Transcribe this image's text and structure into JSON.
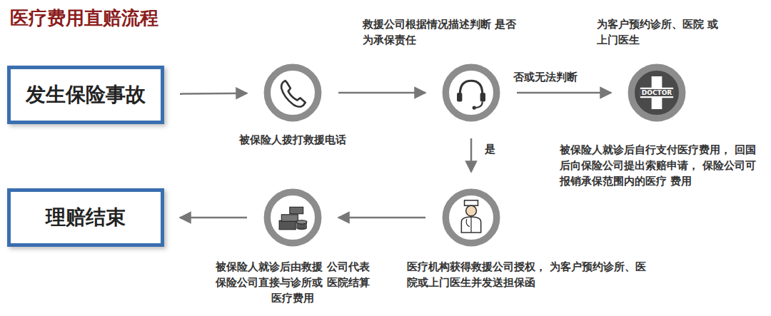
{
  "diagram": {
    "title": "医疗费用直赔流程",
    "nodes": [
      {
        "text": [
          "发生保险事故"
        ]
      },
      {
        "text": [
          "被保险人拨打救援电话"
        ]
      },
      {
        "text": [
          "救援公司根据情况描述判断 是否为承保责任"
        ]
      },
      {
        "text": [
          "为客户预约诊所、医院 或上门医生",
          "被保险人就诊后自行支付医疗费用， 回国后向保险公司提出索赔申请， 保险公司可报销承保范围内的医疗 费用"
        ]
      },
      {
        "text": [
          "医疗机构获得救援公司授权， 为客户预约诊所、医院或上门医生并发送担保函"
        ]
      },
      {
        "text": [
          "被保险人就诊后由救援 公司代表保险公司直接与诊所或 医院结算医疗费用"
        ]
      },
      {
        "text": [
          "理赔结束"
        ]
      }
    ],
    "edges": [
      {
        "from": 0,
        "to": 1,
        "arrow": "to"
      },
      {
        "from": 1,
        "to": 2,
        "arrow": "to"
      },
      {
        "from": 2,
        "to": 3,
        "label": "否或无法判断",
        "arrow": "to"
      },
      {
        "from": 2,
        "to": 4,
        "label": "是",
        "arrow": "to"
      },
      {
        "from": 4,
        "to": 5,
        "arrow": "to"
      },
      {
        "from": 5,
        "to": 6,
        "arrow": "to"
      }
    ],
    "labels": [
      "DOCTOR"
    ]
  }
}
